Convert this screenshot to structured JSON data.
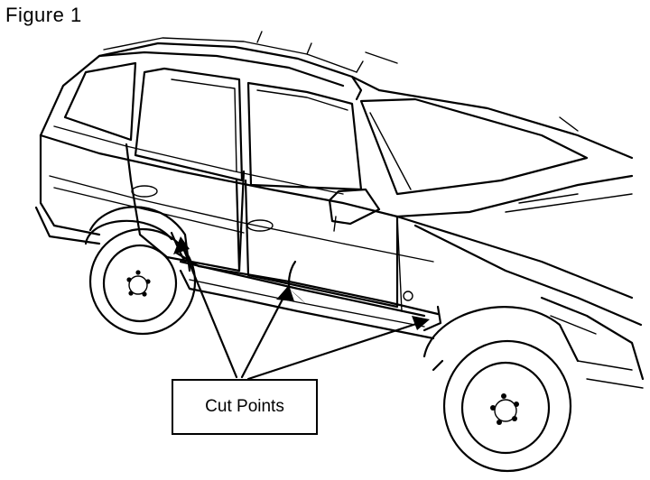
{
  "figure": {
    "title": "Figure 1",
    "callout_label": "Cut Points",
    "cut_point_count": 3
  },
  "colors": {
    "ink": "#000000",
    "paper": "#ffffff"
  }
}
